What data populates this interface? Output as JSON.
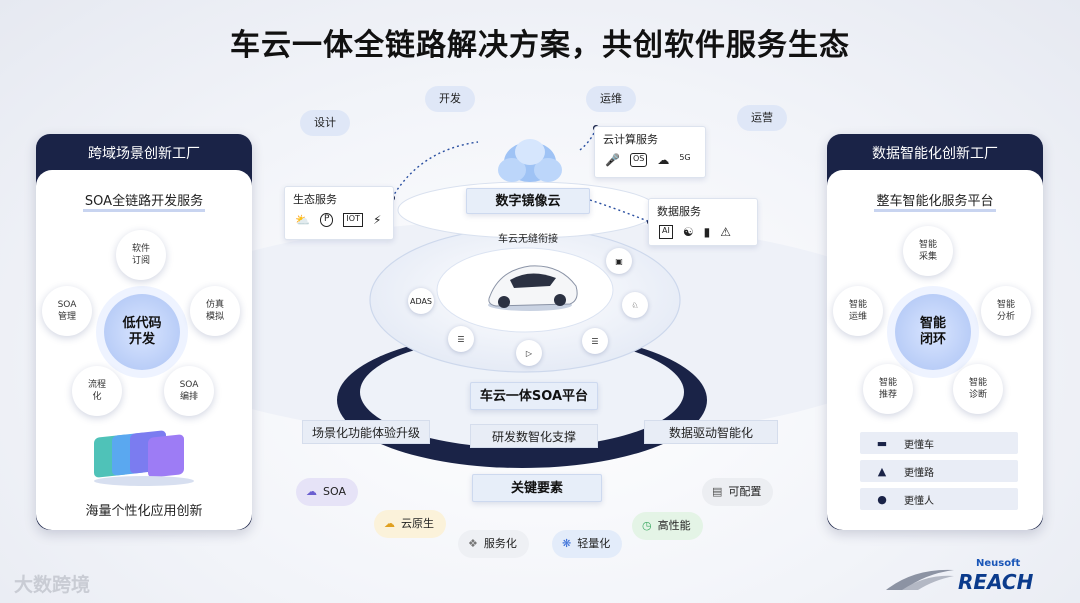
{
  "title": "车云一体全链路解决方案，共创软件服务生态",
  "left_panel": {
    "header": "跨域场景创新工厂",
    "subtitle": "SOA全链路开发服务",
    "center": "低代码\n开发",
    "nodes": [
      "软件\n订阅",
      "仿真\n模拟",
      "SOA\n编排",
      "流程\n化",
      "SOA\n管理"
    ],
    "footer": "海量个性化应用创新"
  },
  "right_panel": {
    "header": "数据智能化创新工厂",
    "subtitle": "整车智能化服务平台",
    "center": "智能\n闭环",
    "nodes": [
      "智能\n采集",
      "智能\n分析",
      "智能\n诊断",
      "智能\n推荐",
      "智能\n运维"
    ],
    "features": [
      "更懂车",
      "更懂路",
      "更懂人"
    ]
  },
  "stages": [
    "设计",
    "开发",
    "运维",
    "运营"
  ],
  "cloud": {
    "label": "数字镜像云",
    "link": "车云无缝衔接",
    "cloud_service": "云计算服务",
    "cloud_service_icons": [
      "OS",
      "5G"
    ],
    "eco_service": "生态服务",
    "eco_service_icons": [
      "P",
      "IOT"
    ],
    "data_service": "数据服务",
    "data_service_icons": [
      "AI"
    ]
  },
  "ring_icons": [
    "ADAS"
  ],
  "platform": {
    "label": "车云一体SOA平台",
    "left": "场景化功能体验升级",
    "center": "研发数智化支撑",
    "right": "数据驱动智能化"
  },
  "key_elements": {
    "label": "关键要素",
    "items": [
      "SOA",
      "云原生",
      "服务化",
      "轻量化",
      "高性能",
      "可配置"
    ]
  },
  "watermark": "大数跨境",
  "brand": {
    "top": "Neusoft",
    "main": "REACH"
  },
  "colors": {
    "navy": "#1a2347",
    "accent": "#3a6fd8",
    "light": "#e7eef9"
  }
}
